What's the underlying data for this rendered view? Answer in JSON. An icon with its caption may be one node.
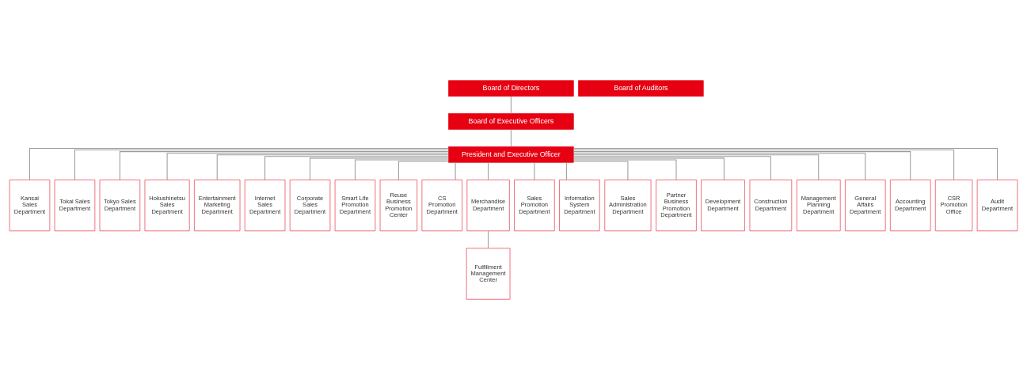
{
  "diagram": {
    "nodes": [
      {
        "text": [
          "Board of Directors"
        ]
      },
      {
        "text": [
          "Board of Auditors"
        ]
      },
      {
        "text": [
          "Board of Executive Officers"
        ]
      },
      {
        "text": [
          "President and Executive Officer"
        ]
      },
      {
        "text": [
          "Kansai Sales Department"
        ]
      },
      {
        "text": [
          "Tokai Sales Department"
        ]
      },
      {
        "text": [
          "Tokyo Sales Department"
        ]
      },
      {
        "text": [
          "Hokushinetsu Sales Department"
        ]
      },
      {
        "text": [
          "Entertainment Marketing Department"
        ]
      },
      {
        "text": [
          "Internet Sales Department"
        ]
      },
      {
        "text": [
          "Corporate Sales Department"
        ]
      },
      {
        "text": [
          "Smart Life Promotion Department"
        ]
      },
      {
        "text": [
          "Reuse Business Promotion Center"
        ]
      },
      {
        "text": [
          "CS Promotion Department"
        ]
      },
      {
        "text": [
          "Merchandise Department"
        ]
      },
      {
        "text": [
          "Fulfillment Management Center"
        ]
      },
      {
        "text": [
          "Sales Promotion Department"
        ]
      },
      {
        "text": [
          "Information System Department"
        ]
      },
      {
        "text": [
          "Sales Administration Department"
        ]
      },
      {
        "text": [
          "Partner Business Promotion Department"
        ]
      },
      {
        "text": [
          "Development Department"
        ]
      },
      {
        "text": [
          "Construction Department"
        ]
      },
      {
        "text": [
          "Management Planning Department"
        ]
      },
      {
        "text": [
          "General Affairs Department"
        ]
      },
      {
        "text": [
          "Accounting Department"
        ]
      },
      {
        "text": [
          "CSR Promotion Office"
        ]
      },
      {
        "text": [
          "Audit Department"
        ]
      }
    ],
    "edges": [
      {
        "from": 0,
        "to": 2,
        "arrow": "none"
      },
      {
        "from": 2,
        "to": 3,
        "arrow": "none"
      },
      {
        "from": 3,
        "to": 4,
        "arrow": "none"
      },
      {
        "from": 3,
        "to": 5,
        "arrow": "none"
      },
      {
        "from": 3,
        "to": 6,
        "arrow": "none"
      },
      {
        "from": 3,
        "to": 7,
        "arrow": "none"
      },
      {
        "from": 3,
        "to": 8,
        "arrow": "none"
      },
      {
        "from": 3,
        "to": 9,
        "arrow": "none"
      },
      {
        "from": 3,
        "to": 10,
        "arrow": "none"
      },
      {
        "from": 3,
        "to": 11,
        "arrow": "none"
      },
      {
        "from": 3,
        "to": 12,
        "arrow": "none"
      },
      {
        "from": 3,
        "to": 13,
        "arrow": "none"
      },
      {
        "from": 3,
        "to": 14,
        "arrow": "none"
      },
      {
        "from": 14,
        "to": 15,
        "arrow": "none"
      },
      {
        "from": 3,
        "to": 16,
        "arrow": "none"
      },
      {
        "from": 3,
        "to": 17,
        "arrow": "none"
      },
      {
        "from": 3,
        "to": 18,
        "arrow": "none"
      },
      {
        "from": 3,
        "to": 19,
        "arrow": "none"
      },
      {
        "from": 3,
        "to": 20,
        "arrow": "none"
      },
      {
        "from": 3,
        "to": 21,
        "arrow": "none"
      },
      {
        "from": 3,
        "to": 22,
        "arrow": "none"
      },
      {
        "from": 3,
        "to": 23,
        "arrow": "none"
      },
      {
        "from": 3,
        "to": 24,
        "arrow": "none"
      },
      {
        "from": 3,
        "to": 25,
        "arrow": "none"
      },
      {
        "from": 3,
        "to": 26,
        "arrow": "none"
      }
    ]
  }
}
